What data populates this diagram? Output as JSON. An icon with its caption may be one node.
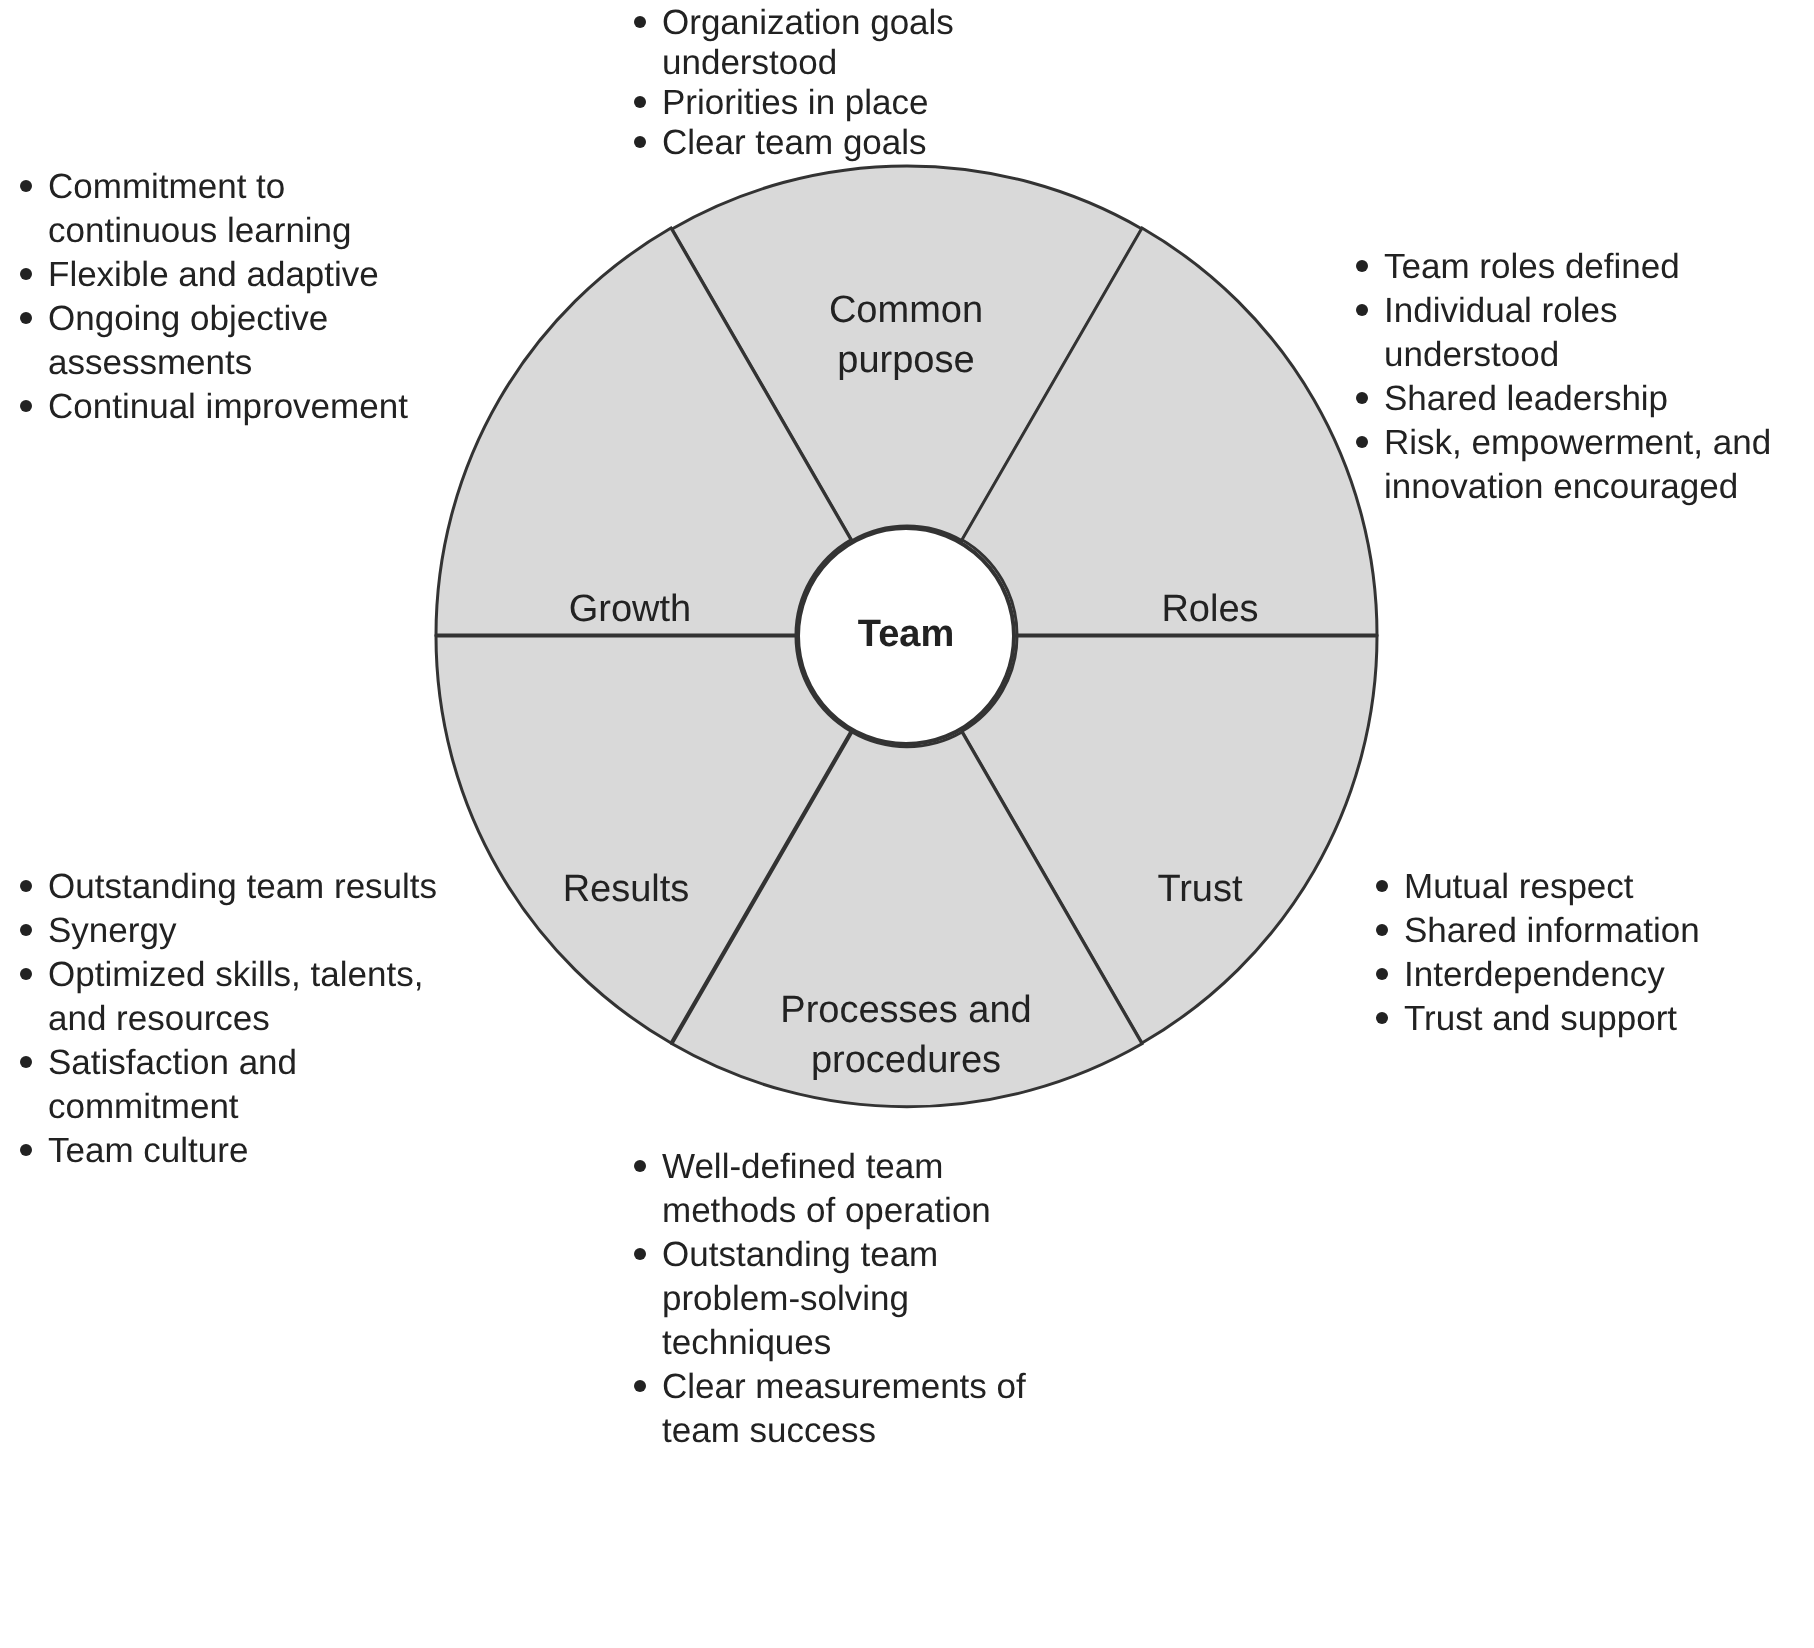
{
  "diagram": {
    "nodes": [
      {
        "text": [
          "Common purpose"
        ],
        "beside": [
          "Organization goals understood",
          "Priorities in place",
          "Clear team goals"
        ]
      },
      {
        "text": [
          "Roles"
        ],
        "beside": [
          "Team roles defined",
          "Individual roles understood",
          "Shared leadership",
          "Risk, empowerment, and innovation encouraged"
        ]
      },
      {
        "text": [
          "Trust"
        ],
        "beside": [
          "Mutual respect",
          "Shared information",
          "Interdependency",
          "Trust and support"
        ]
      },
      {
        "text": [
          "Processes and procedures"
        ],
        "beside": [
          "Well-defined team methods of operation",
          "Outstanding team problem-solving techniques",
          "Clear measurements of team success"
        ]
      },
      {
        "text": [
          "Results"
        ],
        "beside": [
          "Outstanding team results",
          "Synergy",
          "Optimized skills, talents, and resources",
          "Satisfaction and commitment",
          "Team culture"
        ]
      },
      {
        "text": [
          "Growth"
        ],
        "beside": [
          "Commitment to continuous learning",
          "Flexible and adaptive",
          "Ongoing objective assessments",
          "Continual improvement"
        ]
      },
      {
        "text": [
          "Team"
        ]
      }
    ]
  }
}
